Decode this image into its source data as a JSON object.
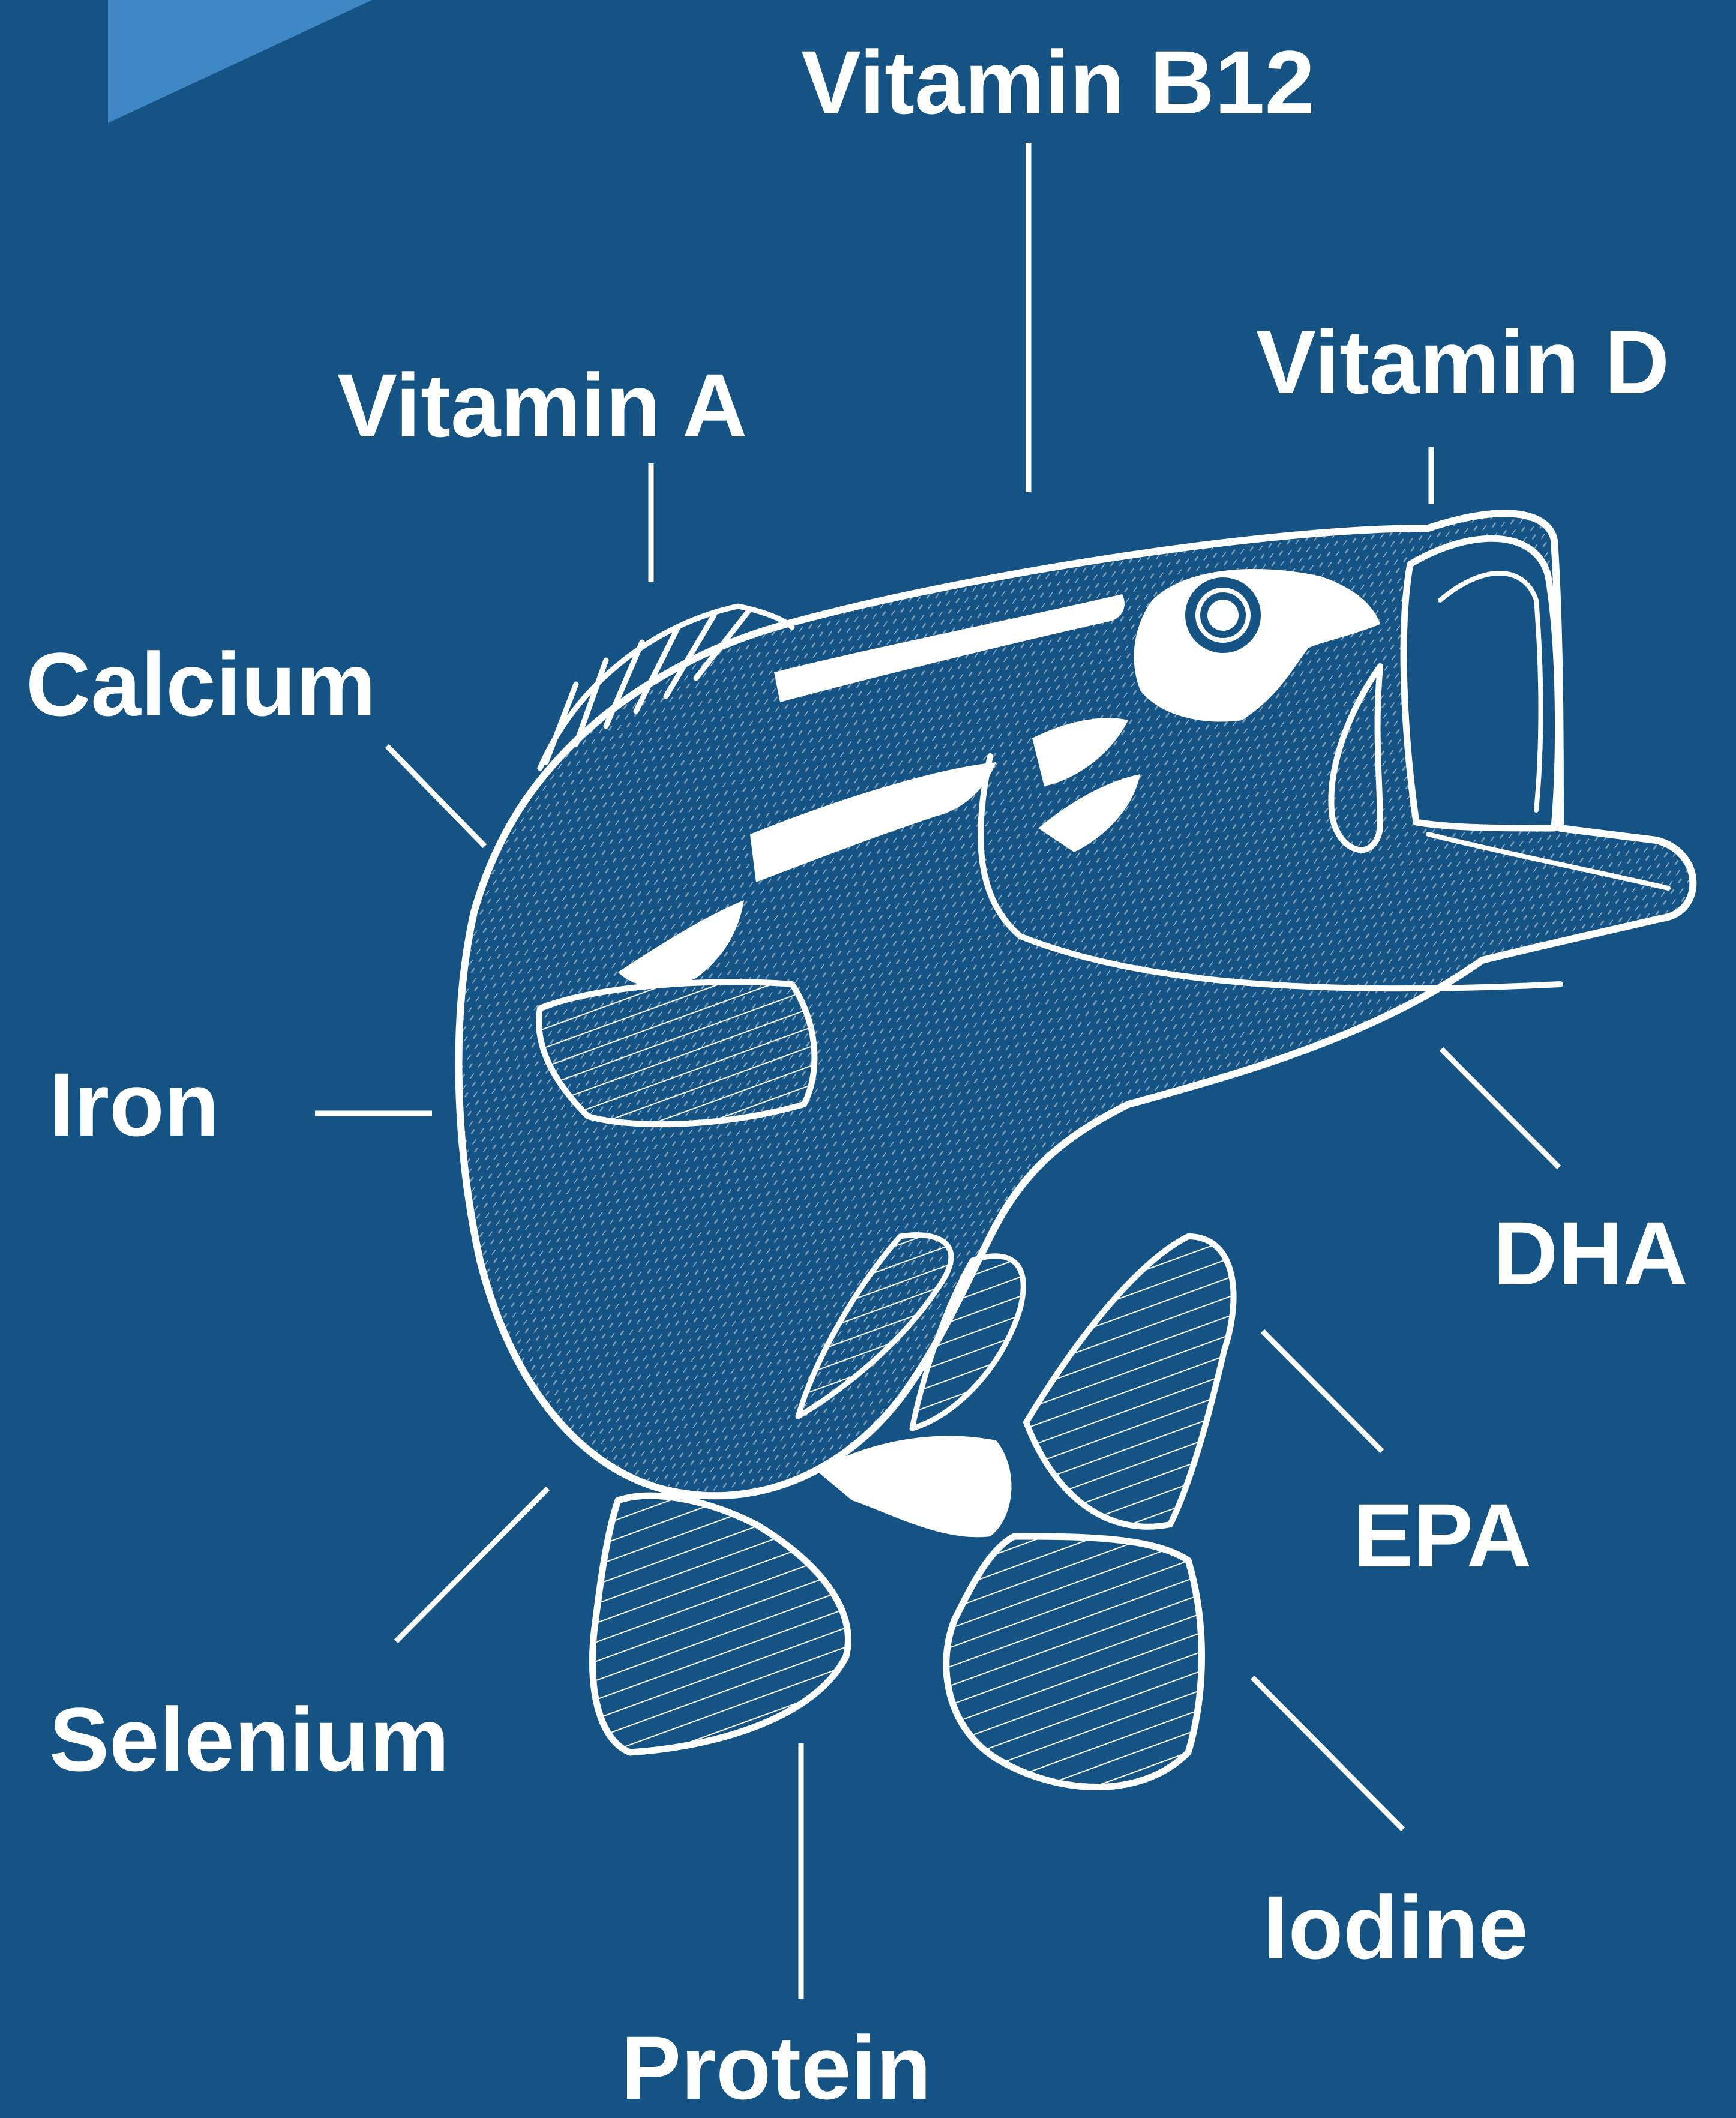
{
  "colors": {
    "background": "#145383",
    "accent_flag": "#3f88c5",
    "illustration": "#ffffff"
  },
  "illustration": {
    "subject": "fish-illustration"
  },
  "nutrients": [
    "Vitamin B12",
    "Vitamin A",
    "Vitamin D",
    "Calcium",
    "Iron",
    "DHA",
    "EPA",
    "Selenium",
    "Iodine",
    "Protein"
  ]
}
